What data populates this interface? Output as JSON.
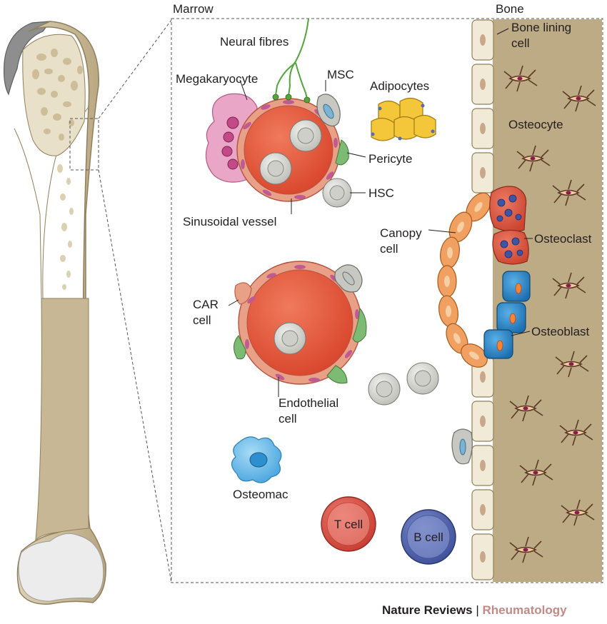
{
  "labels": {
    "marrow": "Marrow",
    "bone": "Bone",
    "neural_fibres": "Neural fibres",
    "megakaryocyte": "Megakaryocyte",
    "msc": "MSC",
    "adipocytes": "Adipocytes",
    "bone_lining_cell_1": "Bone lining",
    "bone_lining_cell_2": "cell",
    "osteocyte": "Osteocyte",
    "pericyte": "Pericyte",
    "hsc": "HSC",
    "sinusoidal_vessel": "Sinusoidal vessel",
    "canopy_cell_1": "Canopy",
    "canopy_cell_2": "cell",
    "osteoclast": "Osteoclast",
    "car_cell_1": "CAR",
    "car_cell_2": "cell",
    "osteoblast": "Osteoblast",
    "endothelial_cell_1": "Endothelial",
    "endothelial_cell_2": "cell",
    "osteomac": "Osteomac",
    "t_cell": "T cell",
    "b_cell": "B cell"
  },
  "footer": {
    "journal": "Nature Reviews",
    "separator": "|",
    "section": "Rheumatology"
  },
  "colors": {
    "bone_shaft": "#c9b892",
    "bone_surface": "#b9a783",
    "endothelial": "#e8a087",
    "vessel_lumen": "#e2583c",
    "hsc": "#d6d6d2",
    "osteoclast": "#d4503a",
    "osteoblast": "#2c82c3",
    "canopy": "#f0a060",
    "t_cell": "#d54c40",
    "b_cell": "#4b5ea8",
    "osteomac": "#6bb9e6",
    "adipocyte": "#f4c63a",
    "megakaryocyte": "#e9a6c6",
    "pericyte": "#7dbb74",
    "neural_fibre": "#54a53c",
    "brand_rheumatology": "#c08a86"
  }
}
